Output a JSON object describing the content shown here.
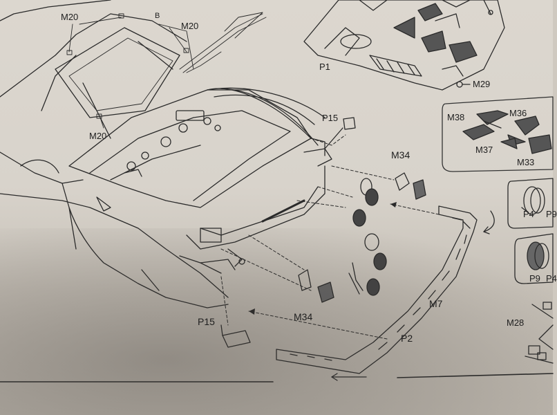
{
  "labels": {
    "m20_top_left": "M20",
    "b": "B",
    "m20_top_right": "M20",
    "m20_left": "M20",
    "p1": "P1",
    "m29": "M29",
    "p15_top": "P15",
    "m38": "M38",
    "m36": "M36",
    "m37": "M37",
    "m33": "M33",
    "m34_top": "M34",
    "p4": "P4",
    "p9_right": "P9",
    "p9": "P9",
    "p4_b": "P4",
    "m7": "M7",
    "p2": "P2",
    "m34_bottom": "M34",
    "p15_bottom": "P15",
    "m28": "M28"
  },
  "colors": {
    "paper": "#d8d3cb",
    "ink": "#1e1e1e",
    "panel_border": "#333333"
  }
}
